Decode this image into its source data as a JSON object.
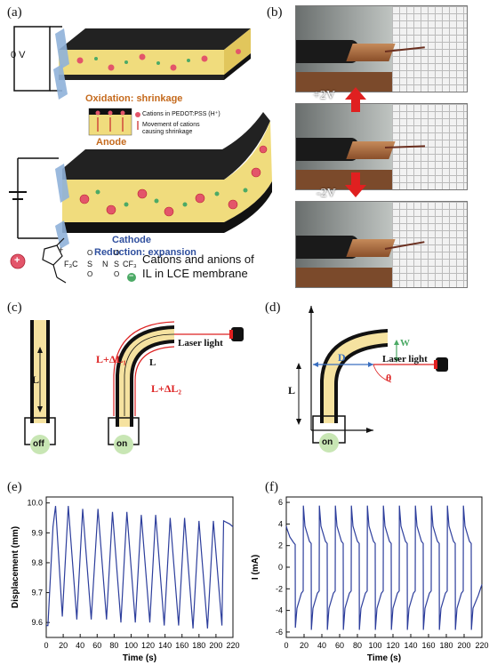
{
  "panels": {
    "a": {
      "label": "(a)",
      "voltage": "0 V",
      "oxidation": "Oxidation: shrinkage",
      "legend_cation": "Cations in PEDOT:PSS (H⁺)",
      "legend_movement": "Movement of cations causing shrinkage",
      "anode": "Anode",
      "cathode": "Cathode",
      "reduction": "Reduction: expansion",
      "il_line1": "Cations and anions of",
      "il_line2": "IL in LCE membrane",
      "cation_sign": "+",
      "anion_sign": "−",
      "f3c": "F₃C",
      "cf3": "CF₃",
      "s": "S",
      "n": "N",
      "o": "O",
      "plus": "+"
    },
    "b": {
      "label": "(b)",
      "v_plus": "+2V",
      "v_minus": "-2V"
    },
    "c": {
      "label": "(c)",
      "L": "L",
      "L_dL1": "L+ΔL₁",
      "L_dL2": "L+ΔL₂",
      "laser": "Laser light",
      "off": "off",
      "on": "on"
    },
    "d": {
      "label": "(d)",
      "W": "W",
      "D": "D",
      "L": "L",
      "theta": "θ",
      "laser": "Laser light",
      "on": "on"
    },
    "e": {
      "label": "(e)"
    },
    "f": {
      "label": "(f)"
    }
  },
  "chart_data": [
    {
      "type": "line",
      "ylabel": "Displacement (mm)",
      "xlabel": "Time (s)",
      "xlim": [
        0,
        220
      ],
      "ylim": [
        9.55,
        10.02
      ],
      "xticks": [
        0,
        20,
        40,
        60,
        80,
        100,
        120,
        140,
        160,
        180,
        200,
        220
      ],
      "yticks": [
        9.6,
        9.7,
        9.8,
        9.9,
        10.0
      ],
      "ytick_labels": [
        "9.6",
        "9.7",
        "9.8",
        "9.9",
        "10.0"
      ],
      "color": "#2d3e9c",
      "x": [
        0,
        2,
        8,
        11,
        19,
        26,
        36,
        43,
        53,
        61,
        71,
        78,
        88,
        95,
        105,
        112,
        122,
        129,
        139,
        146,
        156,
        163,
        173,
        180,
        190,
        197,
        207,
        209,
        216,
        220
      ],
      "y": [
        9.59,
        9.59,
        9.92,
        9.99,
        9.62,
        9.99,
        9.61,
        9.98,
        9.61,
        9.98,
        9.61,
        9.97,
        9.6,
        9.97,
        9.6,
        9.96,
        9.6,
        9.96,
        9.59,
        9.95,
        9.59,
        9.95,
        9.58,
        9.94,
        9.58,
        9.94,
        9.59,
        9.94,
        9.93,
        9.92
      ]
    },
    {
      "type": "line",
      "ylabel": "I (mA)",
      "xlabel": "Time (s)",
      "xlim": [
        0,
        220
      ],
      "ylim": [
        -6.5,
        6.5
      ],
      "xticks": [
        0,
        20,
        40,
        60,
        80,
        100,
        120,
        140,
        160,
        180,
        200,
        220
      ],
      "yticks": [
        -6,
        -4,
        -2,
        0,
        2,
        4,
        6
      ],
      "ytick_labels": [
        "-6",
        "-4",
        "-2",
        "0",
        "2",
        "4",
        "6"
      ],
      "color": "#2d3e9c",
      "x": [
        0,
        1,
        4,
        8,
        10,
        10.2,
        12,
        17,
        19,
        19.2,
        21,
        26,
        28,
        28.2,
        30,
        35,
        37,
        37.2,
        39,
        44,
        46,
        46.2,
        48,
        53,
        55,
        55.2,
        57,
        62,
        64,
        64.2,
        66,
        71,
        73,
        73.2,
        75,
        80,
        82,
        82.2,
        84,
        89,
        91,
        91.2,
        93,
        98,
        100,
        100.2,
        102,
        107,
        109,
        109.2,
        111,
        116,
        118,
        118.2,
        120,
        125,
        127,
        127.2,
        129,
        134,
        136,
        136.2,
        138,
        143,
        145,
        145.2,
        147,
        152,
        154,
        154.2,
        156,
        161,
        163,
        163.2,
        165,
        170,
        172,
        172.2,
        174,
        179,
        181,
        181.2,
        183,
        188,
        190,
        190.2,
        192,
        197,
        199,
        199.2,
        201,
        206,
        208,
        208.2,
        210,
        216,
        220
      ],
      "y": [
        3.8,
        3.5,
        2.8,
        2.3,
        2.1,
        -5.6,
        -3.8,
        -2.4,
        -2.2,
        5.7,
        3.8,
        2.4,
        2.2,
        -5.8,
        -3.8,
        -2.4,
        -2.2,
        5.7,
        3.8,
        2.4,
        2.2,
        -5.8,
        -3.8,
        -2.4,
        -2.2,
        5.7,
        3.8,
        2.4,
        2.2,
        -5.8,
        -3.8,
        -2.4,
        -2.2,
        5.7,
        3.8,
        2.4,
        2.2,
        -5.8,
        -3.8,
        -2.4,
        -2.2,
        5.7,
        3.8,
        2.4,
        2.2,
        -5.8,
        -3.8,
        -2.4,
        -2.2,
        5.7,
        3.8,
        2.4,
        2.2,
        -5.8,
        -3.8,
        -2.4,
        -2.2,
        5.7,
        3.8,
        2.4,
        2.2,
        -5.8,
        -3.8,
        -2.4,
        -2.2,
        5.7,
        3.8,
        2.4,
        2.2,
        -5.8,
        -3.8,
        -2.4,
        -2.2,
        5.7,
        3.8,
        2.4,
        2.2,
        -5.8,
        -3.8,
        -2.4,
        -2.2,
        5.7,
        3.8,
        2.4,
        2.2,
        -5.8,
        -3.8,
        -2.4,
        -2.2,
        5.7,
        3.8,
        2.4,
        2.2,
        -5.8,
        -3.8,
        -2.6,
        -1.6
      ]
    }
  ]
}
